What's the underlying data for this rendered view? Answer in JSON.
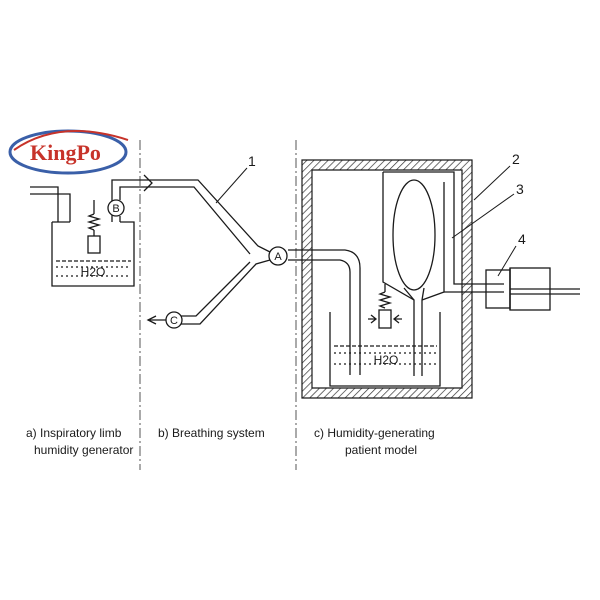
{
  "logo": {
    "text": "KingPo",
    "color": "#c7332a",
    "ring_color": "#3a5fa8"
  },
  "sections": {
    "a": {
      "line1": "a)  Inspiratory limb",
      "line2": "humidity generator"
    },
    "b": {
      "line1": "b)  Breathing system"
    },
    "c": {
      "line1": "c)  Humidity-generating",
      "line2": "patient model"
    }
  },
  "components": {
    "callout_1": "1",
    "callout_2": "2",
    "callout_3": "3",
    "callout_4": "4",
    "node_a": "A",
    "node_b": "B",
    "node_c": "C",
    "water_label_1": "H2O",
    "water_label_2": "H2O"
  },
  "colors": {
    "line": "#1a1a1a",
    "dash": "#555555",
    "hatch": "#333333"
  }
}
